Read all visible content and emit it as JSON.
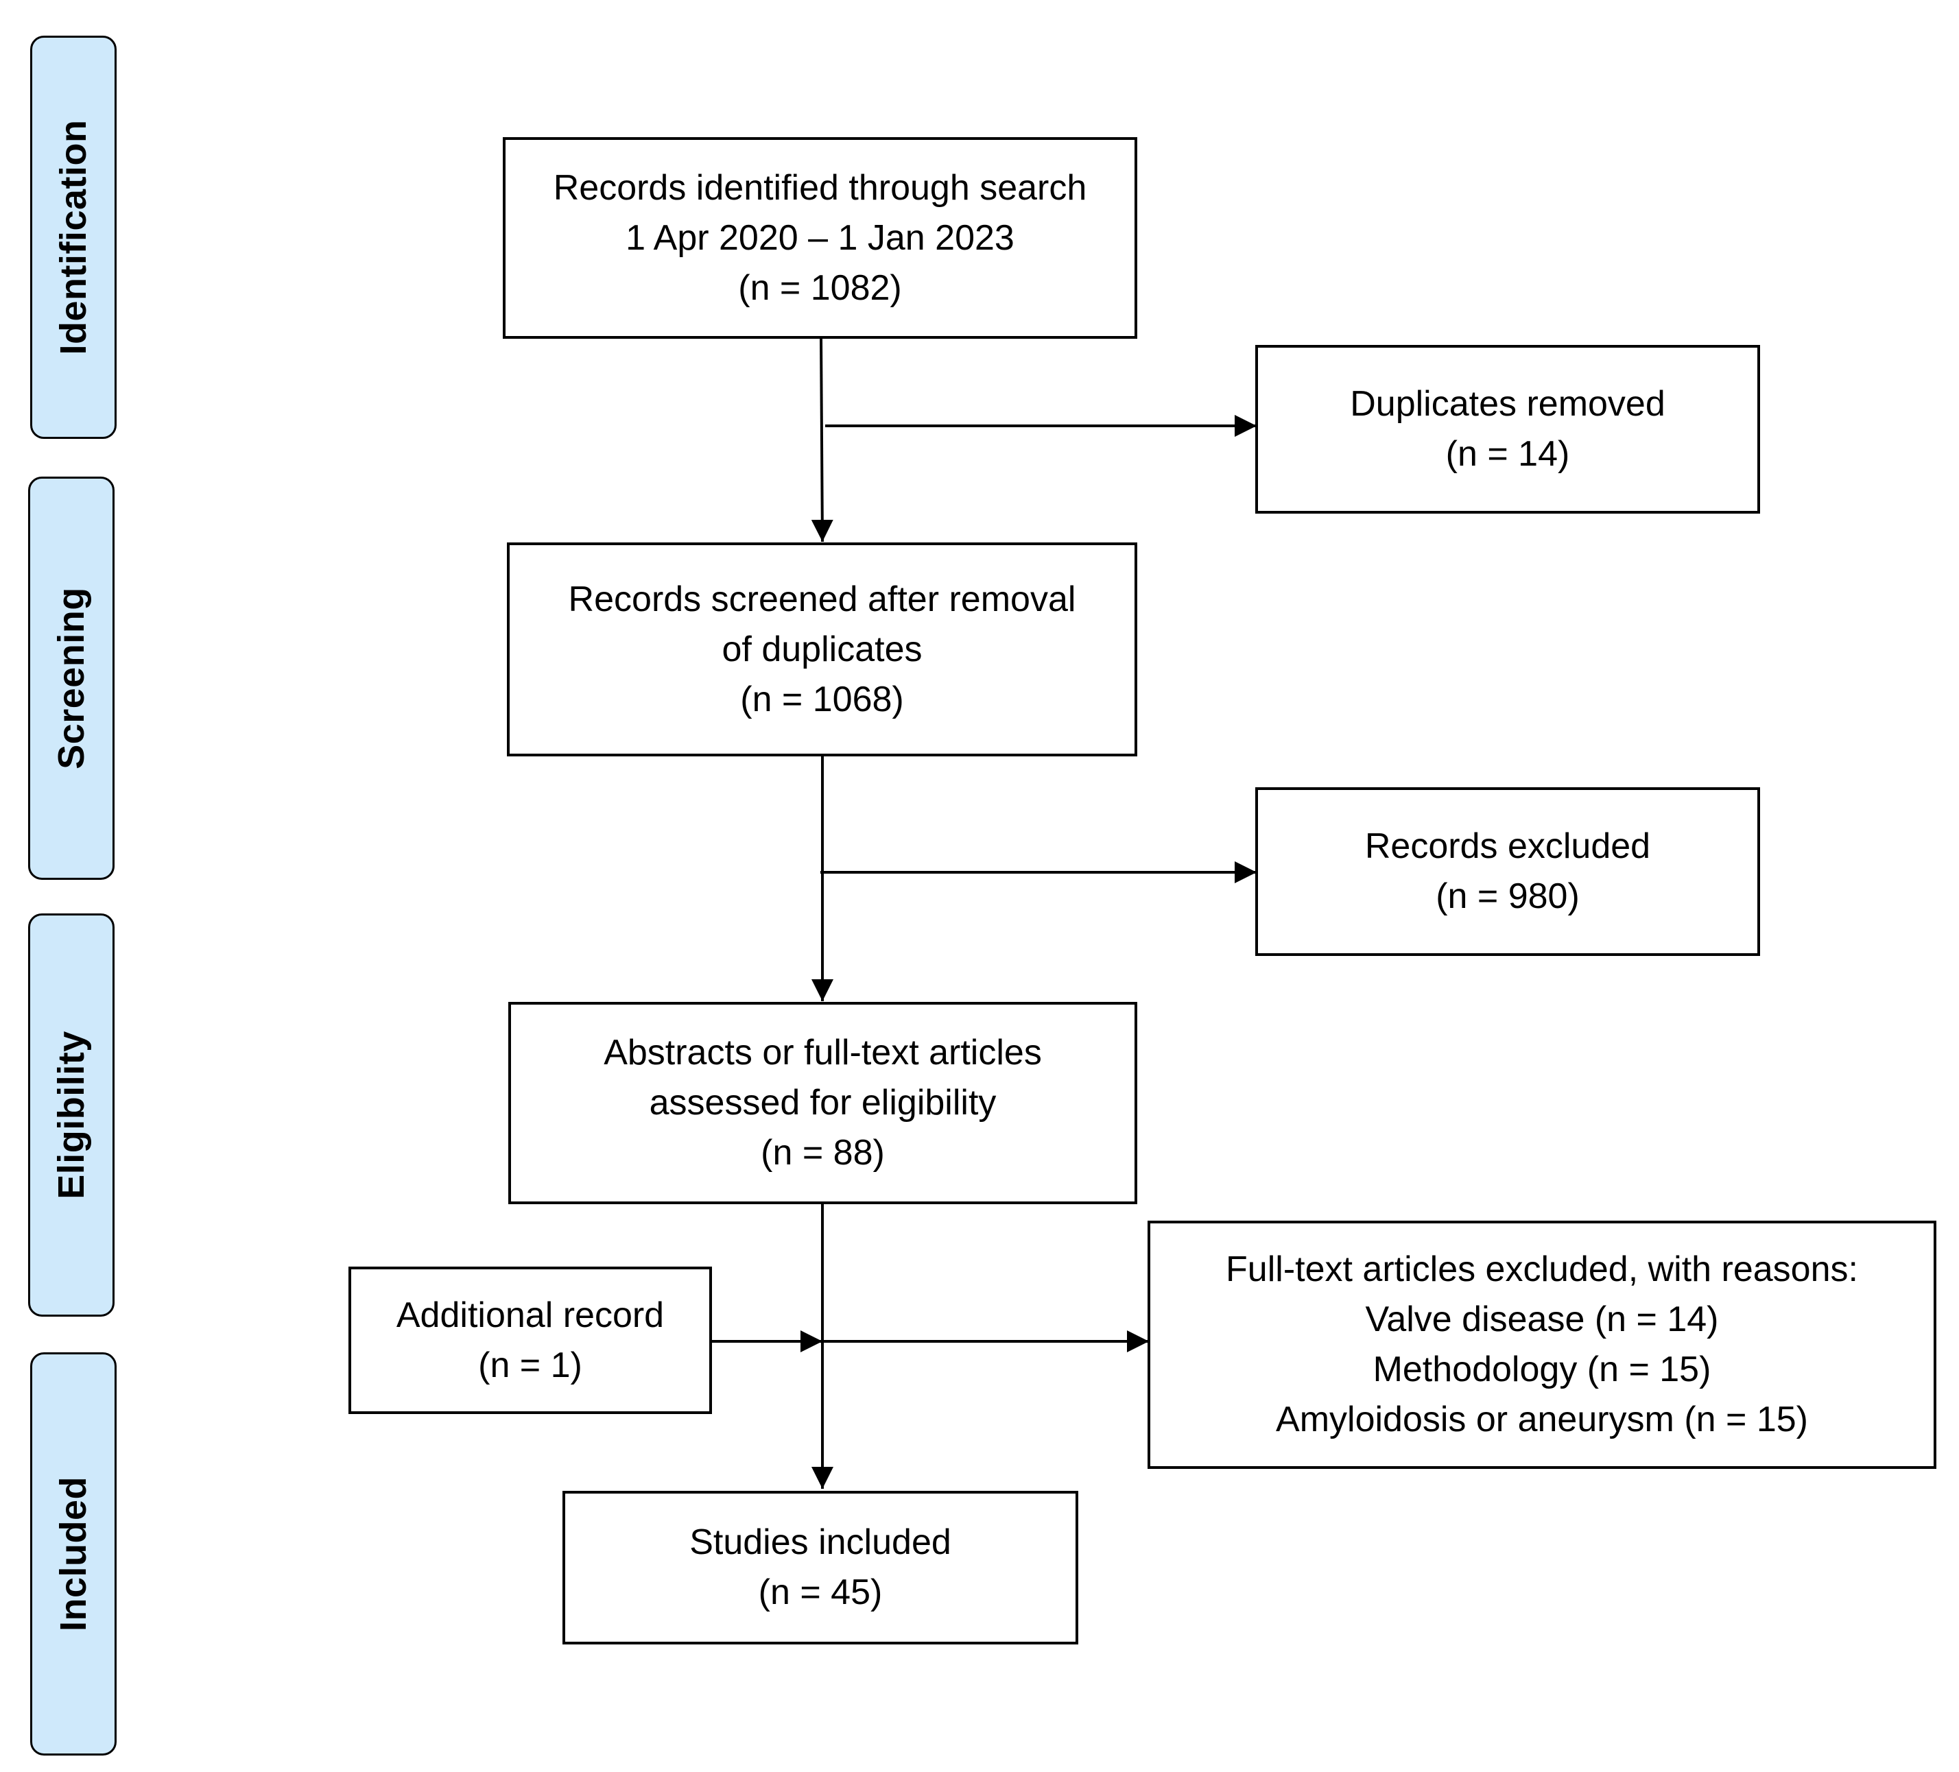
{
  "phases": {
    "identification": "Identification",
    "screening": "Screening",
    "eligibility": "Eligibility",
    "included": "Included"
  },
  "boxes": {
    "identified": {
      "line1": "Records identified through search",
      "line2": "1 Apr 2020 – 1 Jan 2023",
      "line3": "(n = 1082)"
    },
    "duplicates": {
      "line1": "Duplicates removed",
      "line2": "(n = 14)"
    },
    "screened": {
      "line1": "Records screened after removal",
      "line2": "of duplicates",
      "line3": "(n = 1068)"
    },
    "excluded": {
      "line1": "Records excluded",
      "line2": "(n = 980)"
    },
    "eligibility": {
      "line1": "Abstracts or full-text articles",
      "line2": "assessed for eligibility",
      "line3": "(n = 88)"
    },
    "additional": {
      "line1": "Additional record",
      "line2": "(n = 1)"
    },
    "fulltext_excluded": {
      "line1": "Full-text articles excluded, with reasons:",
      "line2": "Valve disease (n = 14)",
      "line3": "Methodology (n = 15)",
      "line4": "Amyloidosis or aneurysm (n = 15)"
    },
    "included": {
      "line1": "Studies included",
      "line2": "(n = 45)"
    }
  },
  "colors": {
    "phase_fill": "#cfe9fb",
    "stroke": "#000000"
  }
}
